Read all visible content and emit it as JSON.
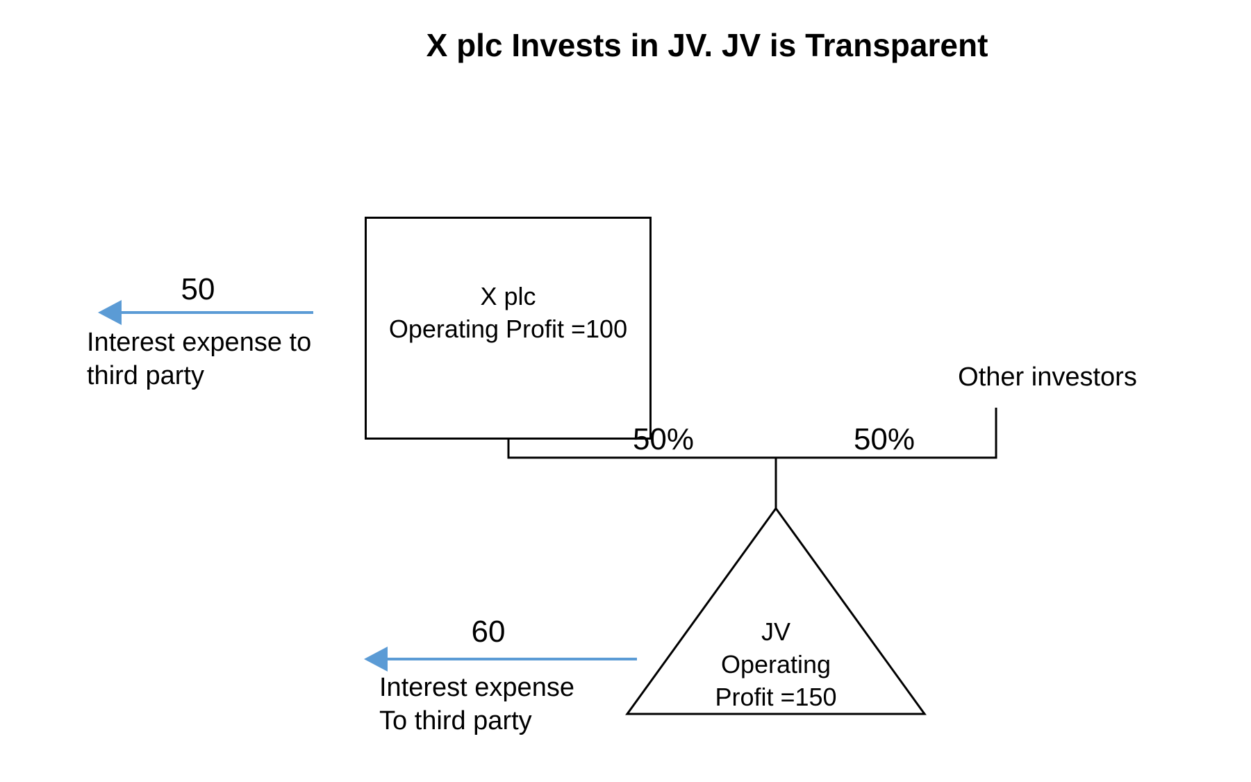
{
  "title": "X plc Invests in JV. JV is Transparent",
  "colors": {
    "arrow": "#5B9BD5",
    "line": "#000000",
    "text": "#000000",
    "background": "#FFFFFF"
  },
  "x_plc_box": {
    "line1": "X plc",
    "line2": "Operating Profit =100"
  },
  "ownership": {
    "left_pct": "50%",
    "right_pct": "50%",
    "other_investors": "Other investors"
  },
  "jv_triangle": {
    "line1": "JV",
    "line2": "Operating",
    "line3": "Profit =150"
  },
  "arrow_top": {
    "amount": "50",
    "caption_line1": "Interest expense to",
    "caption_line2": "third party"
  },
  "arrow_bottom": {
    "amount": "60",
    "caption_line1": "Interest expense",
    "caption_line2": "To third party"
  }
}
